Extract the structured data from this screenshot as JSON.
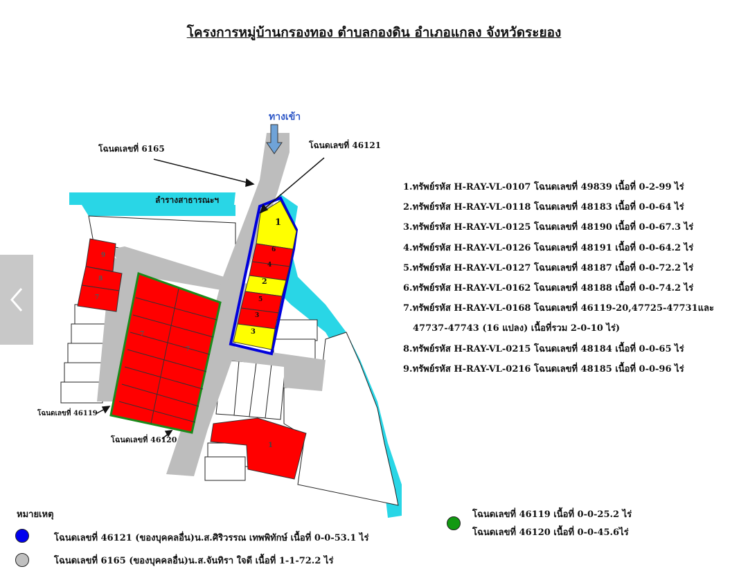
{
  "title": "โครงการหมู่บ้านกรองทอง ตำบลกองดิน อำเภอแกลง จังหวัดระยอง",
  "map_labels": {
    "entrance": "ทางเข้า",
    "deed_6165": "โฉนดเลขที่ 6165",
    "deed_46121": "โฉนดเลขที่ 46121",
    "canal": "ลำรางสาธารณะฯ",
    "deed_46119": "โฉนดเลขที่ 46119",
    "deed_46120": "โฉนดเลขที่ 46120"
  },
  "plot_numbers": {
    "p1": "1",
    "p2": "2",
    "p3": "3",
    "p4": "4",
    "p5": "5",
    "p6": "6",
    "p7": "7",
    "p8": "8",
    "p9": "9"
  },
  "assets": [
    "1.ทรัพย์รหัส H-RAY-VL-0107 โฉนดเลขที่ 49839 เนื้อที่ 0-2-99 ไร่",
    "2.ทรัพย์รหัส H-RAY-VL-0118 โฉนดเลขที่ 48183 เนื้อที่ 0-0-64 ไร่",
    "3.ทรัพย์รหัส H-RAY-VL-0125 โฉนดเลขที่ 48190 เนื้อที่ 0-0-67.3 ไร่",
    "4.ทรัพย์รหัส H-RAY-VL-0126 โฉนดเลขที่ 48191 เนื้อที่ 0-0-64.2 ไร่",
    "5.ทรัพย์รหัส H-RAY-VL-0127 โฉนดเลขที่ 48187 เนื้อที่ 0-0-72.2 ไร่",
    "6.ทรัพย์รหัส H-RAY-VL-0162 โฉนดเลขที่ 48188 เนื้อที่ 0-0-74.2 ไร่",
    "7.ทรัพย์รหัส H-RAY-VL-0168 โฉนดเลขที่ 46119-20,47725-47731และ",
    "47737-47743 (16 แปลง) เนื้อที่รวม 2-0-10 ไร่)",
    "8.ทรัพย์รหัส H-RAY-VL-0215 โฉนดเลขที่ 48184 เนื้อที่ 0-0-65 ไร่",
    "9.ทรัพย์รหัส H-RAY-VL-0216 โฉนดเลขที่ 48185 เนื้อที่ 0-0-96 ไร่"
  ],
  "legend": {
    "heading": "หมายเหตุ",
    "blue": "โฉนดเลขที่ 46121 (ของบุคคลอื่น)น.ส.ศิริวรรณ เทพพิทักษ์ เนื้อที่ 0-0-53.1 ไร่",
    "gray": "โฉนดเลขที่ 6165 (ของบุคคลอื่น)น.ส.จันทิรา ใจดี เนื้อที่ 1-1-72.2 ไร่",
    "green_1": "โฉนดเลขที่ 46119 เนื้อที่ 0-0-25.2 ไร่",
    "green_2": "โฉนดเลขที่ 46120 เนื้อที่ 0-0-45.6ไร่"
  },
  "colors": {
    "canal": "#29d6e6",
    "road": "#bdbdbd",
    "red_plot": "#ff0000",
    "yellow_plot": "#ffff00",
    "blue_outline": "#0000dd",
    "green_outline": "#1a8a1a",
    "legend_blue": "#0000ee",
    "legend_gray": "#c0c0c0",
    "legend_green": "#119911"
  }
}
